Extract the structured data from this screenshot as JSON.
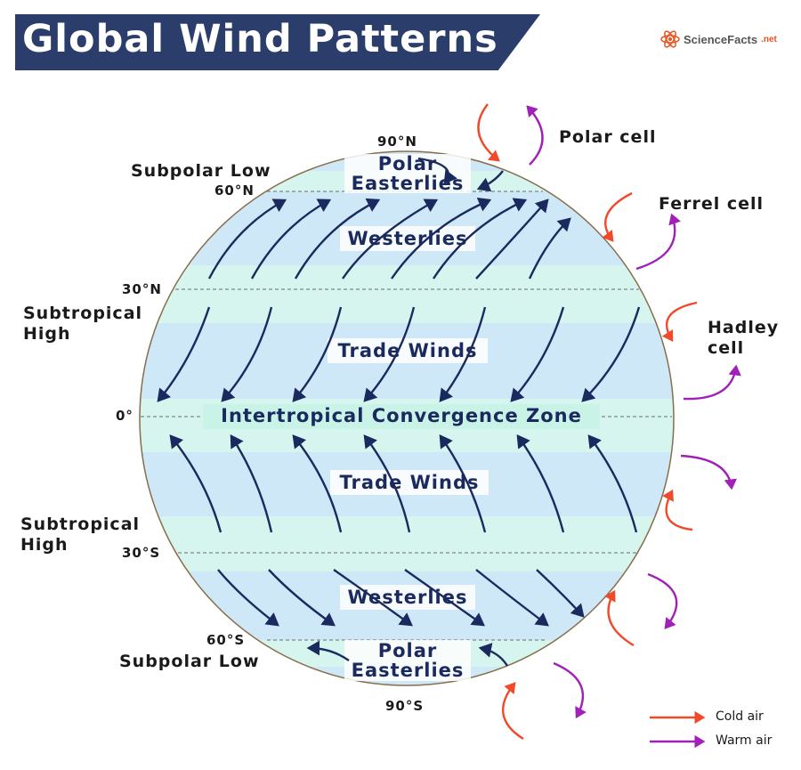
{
  "title": "Global Wind Patterns",
  "brand": {
    "name": "ScienceFacts",
    "suffix": ".net"
  },
  "latitudes": {
    "n90": "90°N",
    "n60": "60°N",
    "n30": "30°N",
    "eq": "0°",
    "s30": "30°S",
    "s60": "60°S",
    "s90": "90°S"
  },
  "pressure_labels": {
    "subpolar_low_north": "Subpolar Low",
    "subtropical_high_north": [
      "Subtropical",
      "High"
    ],
    "subtropical_high_south": [
      "Subtropical",
      "High"
    ],
    "subpolar_low_south": "Subpolar Low"
  },
  "wind_belts": {
    "polar_easterlies_north": [
      "Polar",
      "Easterlies"
    ],
    "westerlies_north": "Westerlies",
    "trade_winds_north": "Trade Winds",
    "itcz": "Intertropical Convergence Zone",
    "trade_winds_south": "Trade Winds",
    "westerlies_south": "Westerlies",
    "polar_easterlies_south": [
      "Polar",
      "Easterlies"
    ]
  },
  "cells": {
    "polar": "Polar cell",
    "ferrel": "Ferrel cell",
    "hadley": [
      "Hadley",
      "cell"
    ]
  },
  "legend": [
    {
      "label": "Cold air",
      "color": "#f04a2a"
    },
    {
      "label": "Warm air",
      "color": "#a020b8"
    }
  ],
  "colors": {
    "title_bg": "#2b3d6b",
    "arrow": "#1b2a5e",
    "band_blue": "#cfe8f7",
    "band_green": "#d6f5ee",
    "cold": "#f04a2a",
    "warm": "#a020b8"
  }
}
